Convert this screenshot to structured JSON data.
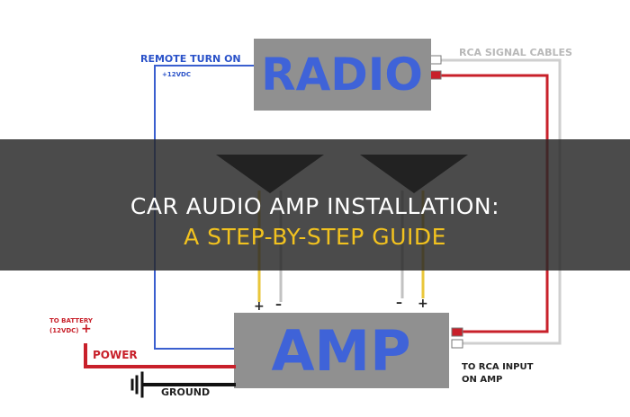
{
  "diagram": {
    "radio_label": "RADIO",
    "amp_label": "AMP",
    "remote_label": "REMOTE TURN ON",
    "remote_voltage": "+12VDC",
    "rca_signal_label": "RCA SIGNAL CABLES",
    "to_battery_label": "TO BATTERY",
    "battery_voltage": "(12VDC)",
    "battery_plus": "+",
    "power_label": "POWER",
    "ground_label": "GROUND",
    "rca_input_line1": "TO RCA INPUT",
    "rca_input_line2": "ON AMP",
    "speaker_left_plus": "+",
    "speaker_left_minus": "–",
    "speaker_right_minus": "–",
    "speaker_right_plus": "+"
  },
  "banner": {
    "line1": "CAR AUDIO AMP INSTALLATION:",
    "line2": "A STEP-BY-STEP GUIDE"
  },
  "colors": {
    "box_gray": "#909090",
    "box_text_blue": "#3f63d8",
    "remote_wire_blue": "#3a5fcf",
    "power_wire_red": "#c8202a",
    "speaker_wire_yellow": "#e9c63a",
    "speaker_wire_gray": "#c2c2c2",
    "ground_wire_black": "#111111",
    "banner_bg": "#282828",
    "banner_accent": "#f2c21f"
  }
}
